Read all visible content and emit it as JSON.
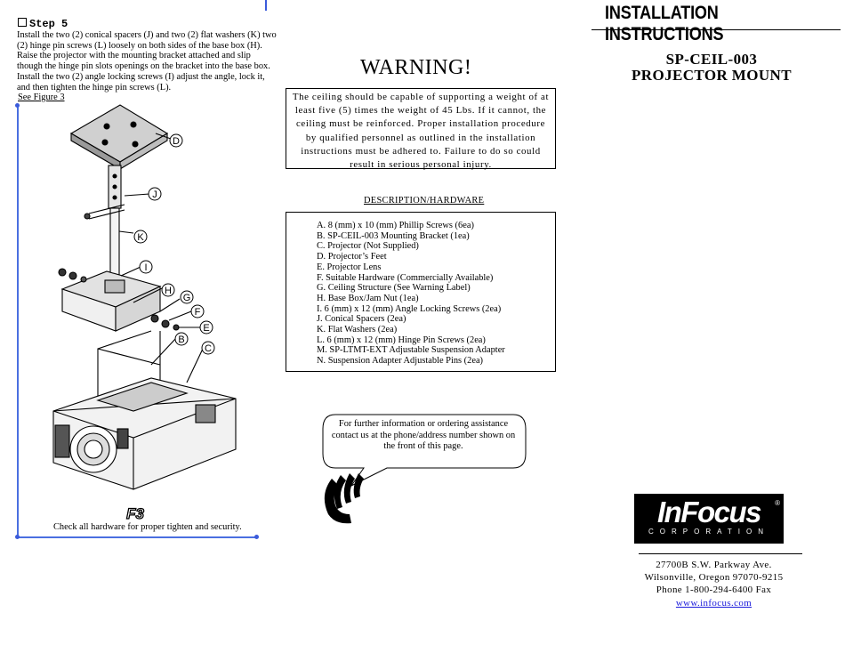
{
  "step": {
    "heading": "Step 5",
    "text": "Install the two (2) conical spacers (J) and two (2) flat washers (K) two (2) hinge pin screws (L) loosely on both sides of the base box (H). Raise the projector with the mounting bracket attached and slip though the hinge pin slots openings on the bracket into the base box. Install the two (2) angle locking screws (I) adjust the angle, lock it, and then tighten the hinge pin screws (L).",
    "figure_link": "See Figure 3"
  },
  "figure": {
    "label": "F3",
    "callouts": [
      "D",
      "J",
      "K",
      "I",
      "H",
      "G",
      "F",
      "E",
      "B",
      "C"
    ],
    "caption": "Check all hardware for proper tighten and security."
  },
  "warning": {
    "title": "WARNING!",
    "text": "The ceiling should be capable of supporting a weight of at least five (5) times the weight of 45 Lbs. If it cannot, the ceiling must be reinforced. Proper installation procedure by qualified personnel as outlined in the installation instructions must be adhered to. Failure to do so could result in serious personal injury."
  },
  "hardware": {
    "title": "DESCRIPTION/HARDWARE",
    "items": [
      "A. 8 (mm) x 10 (mm) Phillip Screws (6ea)",
      "B. SP-CEIL-003 Mounting Bracket (1ea)",
      "C. Projector (Not Supplied)",
      "D. Projector’s Feet",
      "E. Projector Lens",
      "F. Suitable Hardware (Commercially Available)",
      "G. Ceiling Structure (See Warning Label)",
      "H. Base Box/Jam Nut (1ea)",
      "I.  6 (mm) x 12 (mm) Angle Locking Screws (2ea)",
      "J.  Conical Spacers (2ea)",
      "K. Flat Washers (2ea)",
      "L. 6 (mm) x 12 (mm) Hinge Pin Screws (2ea)",
      "M. SP-LTMT-EXT Adjustable Suspension Adapter",
      "N. Suspension Adapter Adjustable Pins (2ea)"
    ]
  },
  "info_bubble": {
    "text": "For further information or ordering assistance contact us at the phone/address number shown on the front of this page."
  },
  "header": {
    "title": "INSTALLATION INSTRUCTIONS",
    "model": "SP-CEIL-003",
    "product": "PROJECTOR MOUNT"
  },
  "logo": {
    "name": "InFocus",
    "subtitle": "CORPORATION"
  },
  "address": {
    "line1": "27700B S.W. Parkway Ave.",
    "line2": "Wilsonville, Oregon 97070-9215",
    "line3": "Phone 1-800-294-6400  Fax",
    "url": "www.infocus.com"
  },
  "colors": {
    "accent_blue": "#3b5bdb",
    "link_blue": "#1a1adb"
  }
}
